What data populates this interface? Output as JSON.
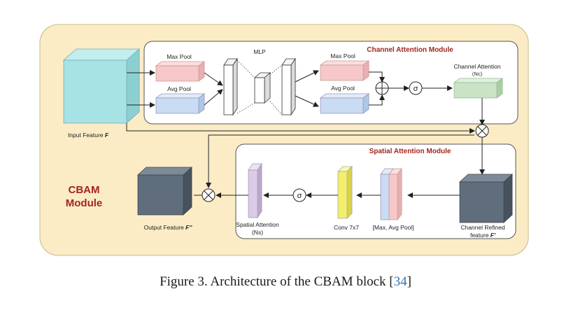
{
  "figure": {
    "cbam_label_line1": "CBAM",
    "cbam_label_line2": "Module",
    "channel_module_title": "Channel Attention Module",
    "spatial_module_title": "Spatial Attention Module",
    "max_pool_1": "Max Pool",
    "avg_pool_1": "Avg Pool",
    "mlp": "MLP",
    "max_pool_2": "Max Pool",
    "avg_pool_2": "Avg Pool",
    "sigma_1": "σ",
    "sigma_2": "σ",
    "channel_attention": "Channel Attention",
    "channel_attention_sub": "(Nc)",
    "input_feature_text": "Input Feature ",
    "input_feature_symbol": "F",
    "output_feature_text": "Output Feature ",
    "output_feature_symbol": "F''",
    "spatial_attention": "Spatial Attention",
    "spatial_attention_sub": "(Ns)",
    "conv": "Conv 7x7",
    "max_avg_pool": "[Max, Avg Pool]",
    "channel_refined_line1": "Channel Refined",
    "channel_refined_line2": "feature ",
    "channel_refined_symbol": "F'"
  },
  "caption": {
    "text": "Figure 3. Architecture of the CBAM block [",
    "ref": "34",
    "close": "]"
  },
  "colors": {
    "module_bg": "#fbecc6",
    "input_cube": "#a7e3e4",
    "max_pool": "#f6c8c8",
    "avg_pool": "#c9dcf3",
    "channel_attention": "#c9e3c4",
    "spatial_attention": "#dccbe6",
    "conv": "#f3ef6d",
    "dark_cube": "#5f6d7c",
    "title_red": "#a3251d"
  }
}
